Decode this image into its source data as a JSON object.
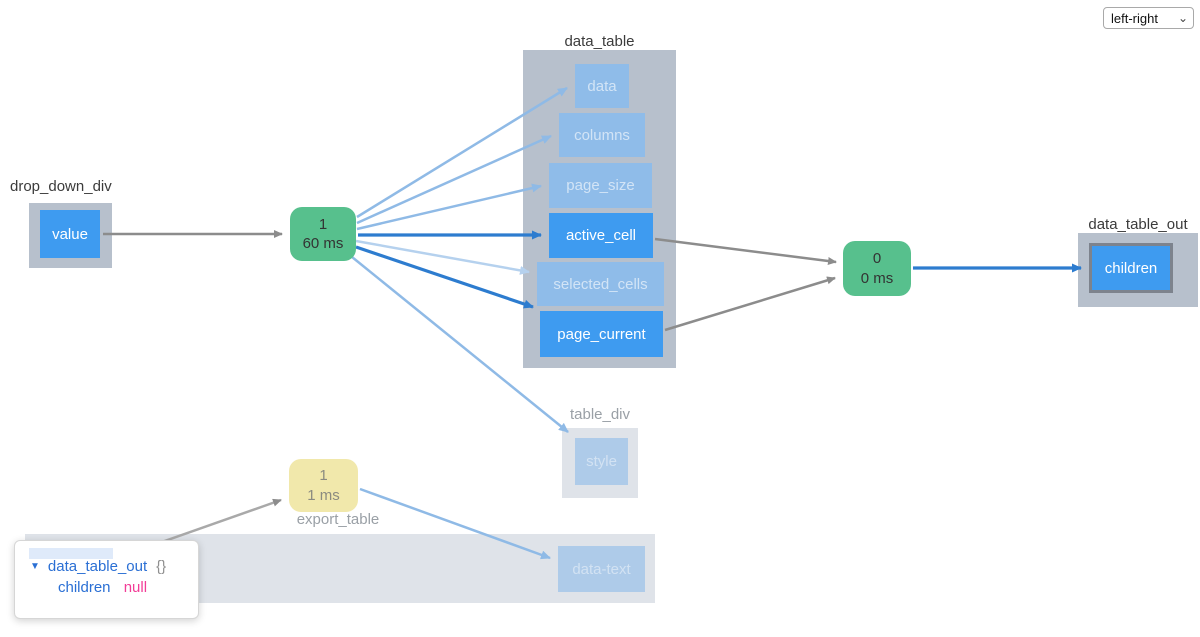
{
  "controls": {
    "layout_dropdown": {
      "value": "left-right"
    }
  },
  "icons": {
    "select_chevron": "⌄",
    "tree_expander": "▼"
  },
  "components": {
    "drop_down_div": {
      "label": "drop_down_div",
      "props": {
        "value": "value"
      }
    },
    "data_table": {
      "label": "data_table",
      "props": {
        "data": "data",
        "columns": "columns",
        "page_size": "page_size",
        "active_cell": "active_cell",
        "selected_cells": "selected_cells",
        "page_current": "page_current"
      }
    },
    "data_table_out": {
      "label": "data_table_out",
      "props": {
        "children": "children"
      }
    },
    "table_div": {
      "label": "table_div",
      "props": {
        "style": "style"
      }
    },
    "export_table": {
      "label": "export_table",
      "props": {
        "data_text": "data-text"
      }
    }
  },
  "callbacks": {
    "cb_main": {
      "count": "1",
      "duration": "60 ms",
      "status": "green"
    },
    "cb_out": {
      "count": "0",
      "duration": "0 ms",
      "status": "green"
    },
    "cb_export": {
      "count": "1",
      "duration": "1 ms",
      "status": "yellow"
    }
  },
  "tooltip": {
    "title": "data_table_out",
    "type_glyph": "{}",
    "prop": "children",
    "value": "null"
  },
  "colors": {
    "callback_green": "#57c08d",
    "callback_yellow": "#f1e8ab",
    "prop_blue": "#3e9bf0",
    "prop_blue_faded": "#8fbce9",
    "container_gray": "#b7c0cc",
    "container_faded": "#dfe3e9",
    "edge_gray": "#8c8c8c",
    "edge_blue_bold": "#2d7ccf",
    "edge_blue_light": "#8fbae6",
    "edge_blue_pale": "#b5d1ee",
    "tooltip_blue": "#2a6fd4",
    "null_pink": "#f23d97"
  }
}
